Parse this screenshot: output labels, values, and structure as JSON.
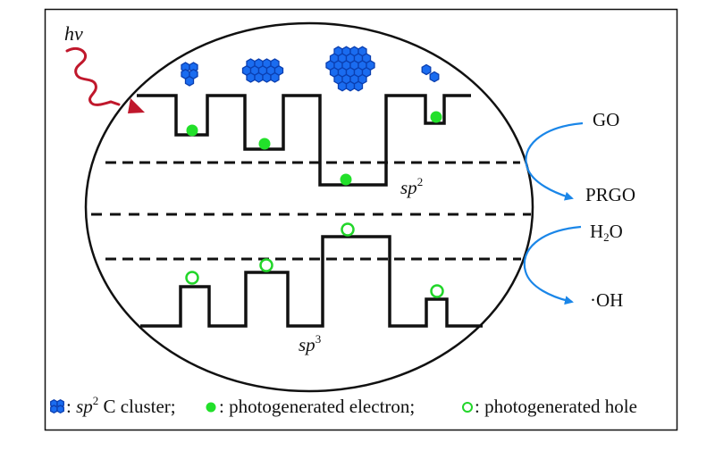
{
  "colors": {
    "line": "#111111",
    "photon": "#c0182c",
    "cluster_fill": "#1a6cf0",
    "cluster_stroke": "#0b3fb0",
    "electron": "#22e02a",
    "hole": "#22d62a",
    "reaction_arrow": "#1a86e8"
  },
  "labels": {
    "photon": "hv",
    "sp2_base": "sp",
    "sp2_sup": "2",
    "sp3_base": "sp",
    "sp3_sup": "3"
  },
  "reactions": [
    {
      "reactant": "GO",
      "product": "PRGO"
    },
    {
      "reactant_parts": [
        "H",
        "2",
        "O"
      ],
      "product": "·OH"
    }
  ],
  "clusters": [
    {
      "name": "small",
      "size": "4-ring"
    },
    {
      "name": "medium",
      "size": "12-ring"
    },
    {
      "name": "large",
      "size": "~30-ring"
    },
    {
      "name": "tiny",
      "size": "2-ring"
    }
  ],
  "legend": {
    "cluster_sep": ": ",
    "cluster_base": "sp",
    "cluster_sup": "2",
    "cluster_text": " C cluster;",
    "electron_text": ": photogenerated electron;",
    "hole_text": ": photogenerated hole"
  }
}
